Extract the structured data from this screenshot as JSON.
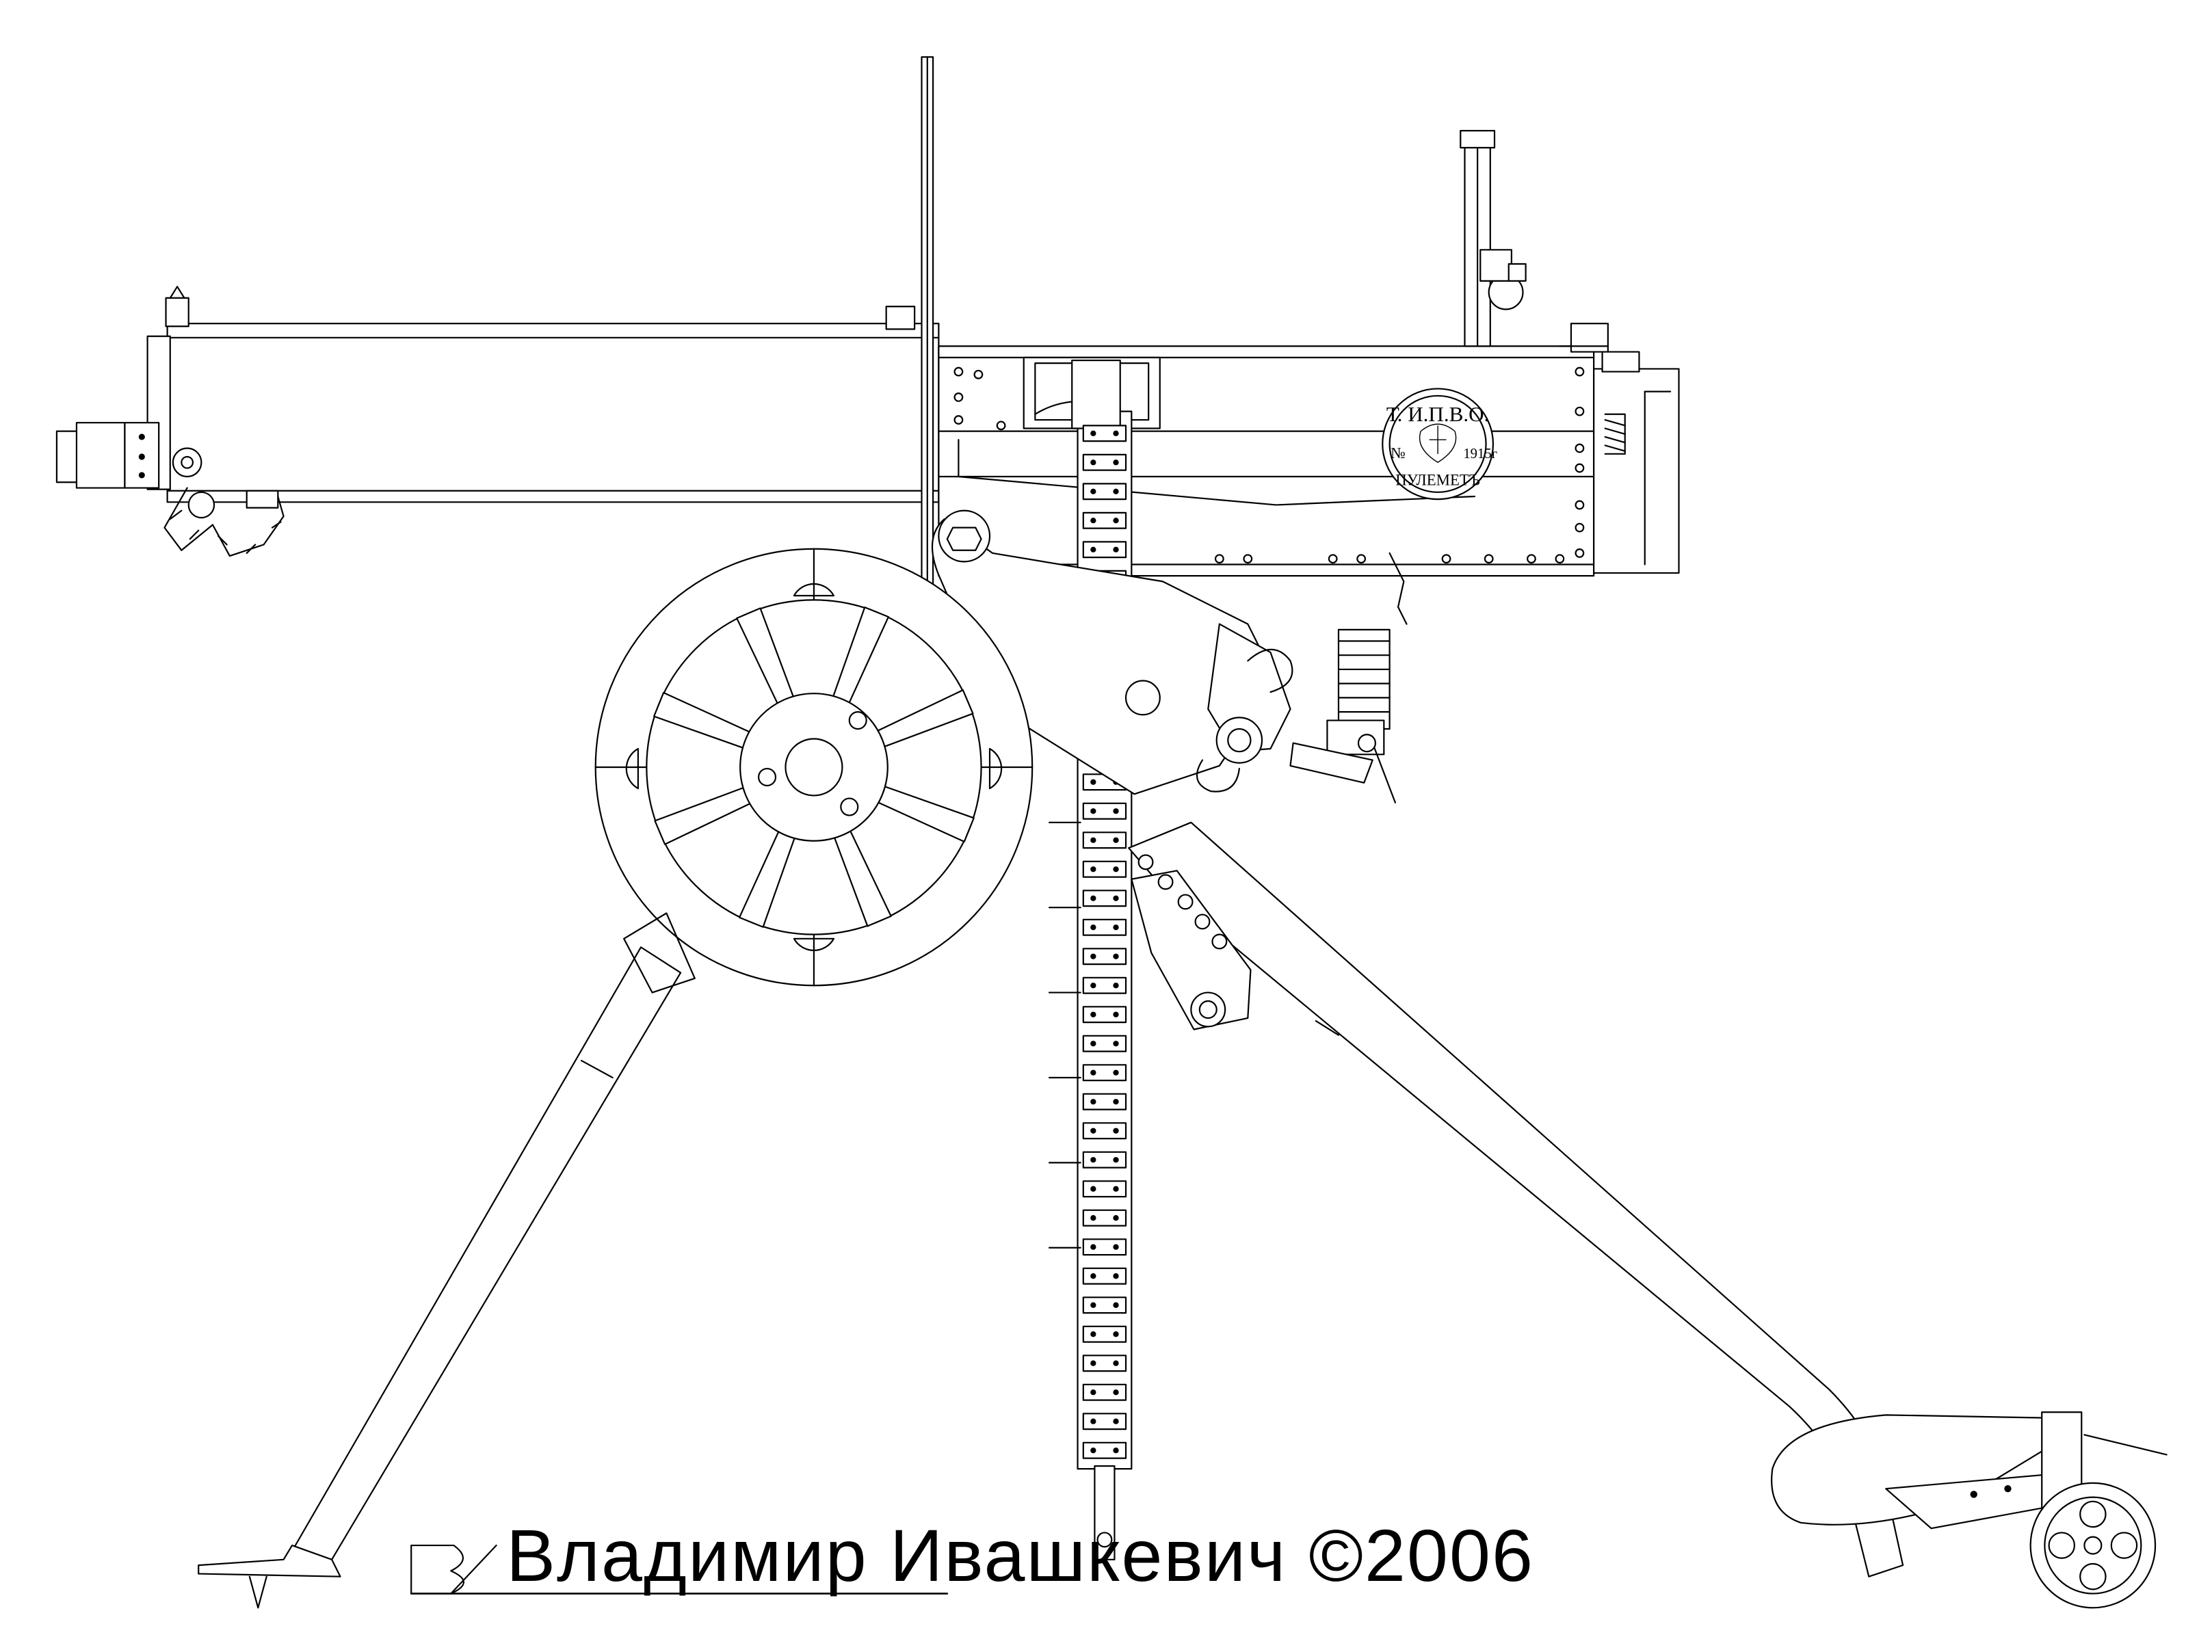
{
  "signature": {
    "monogram": "ВИ",
    "caption": "Владимир Ивашкевич ©2006"
  },
  "stamp": {
    "top_text": "Т. И.П.В.О.",
    "number_label": "№",
    "year": "1915г",
    "bottom_text": "ПУЛЕМЕТЪ"
  },
  "colors": {
    "line": "#000000",
    "background": "#ffffff"
  }
}
